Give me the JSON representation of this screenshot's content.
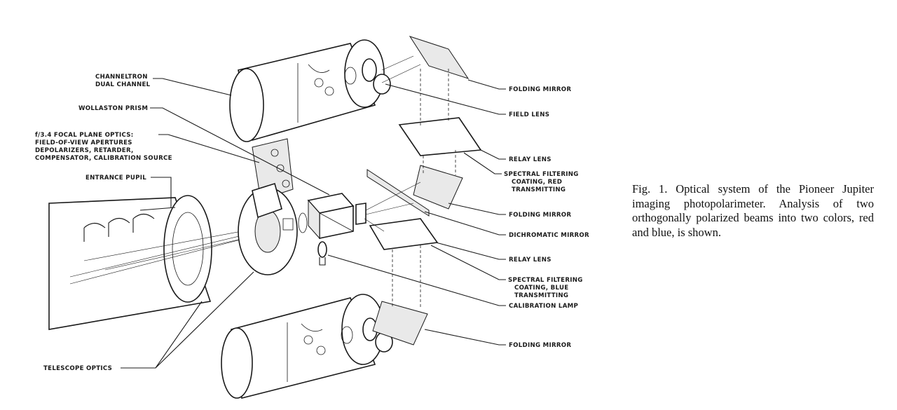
{
  "labels": {
    "channeltron_l1": "CHANNELTRON",
    "channeltron_l2": "DUAL CHANNEL",
    "wollaston": "WOLLASTON PRISM",
    "fp_l1": "f/3.4 FOCAL PLANE OPTICS:",
    "fp_l2": "FIELD-OF-VIEW APERTURES",
    "fp_l3": "DEPOLARIZERS, RETARDER,",
    "fp_l4": "COMPENSATOR, CALIBRATION SOURCE",
    "entrance_pupil": "ENTRANCE PUPIL",
    "telescope_optics": "TELESCOPE OPTICS",
    "folding_mirror_1": "FOLDING MIRROR",
    "field_lens": "FIELD LENS",
    "relay_lens_1": "RELAY LENS",
    "sf_red_l1": "SPECTRAL FILTERING",
    "sf_red_l2": "COATING, RED",
    "sf_red_l3": "TRANSMITTING",
    "folding_mirror_2": "FOLDING MIRROR",
    "dichromatic_mirror": "DICHROMATIC MIRROR",
    "relay_lens_2": "RELAY LENS",
    "sf_blue_l1": "SPECTRAL FILTERING",
    "sf_blue_l2": "COATING, BLUE",
    "sf_blue_l3": "TRANSMITTING",
    "calibration_lamp": "CALIBRATION LAMP",
    "folding_mirror_3": "FOLDING MIRROR"
  },
  "caption": "Fig. 1.  Optical system of the Pioneer Jupiter imaging photopolarimeter. Analysis of two orthogonally polarized beams into two colors, red and blue, is shown."
}
